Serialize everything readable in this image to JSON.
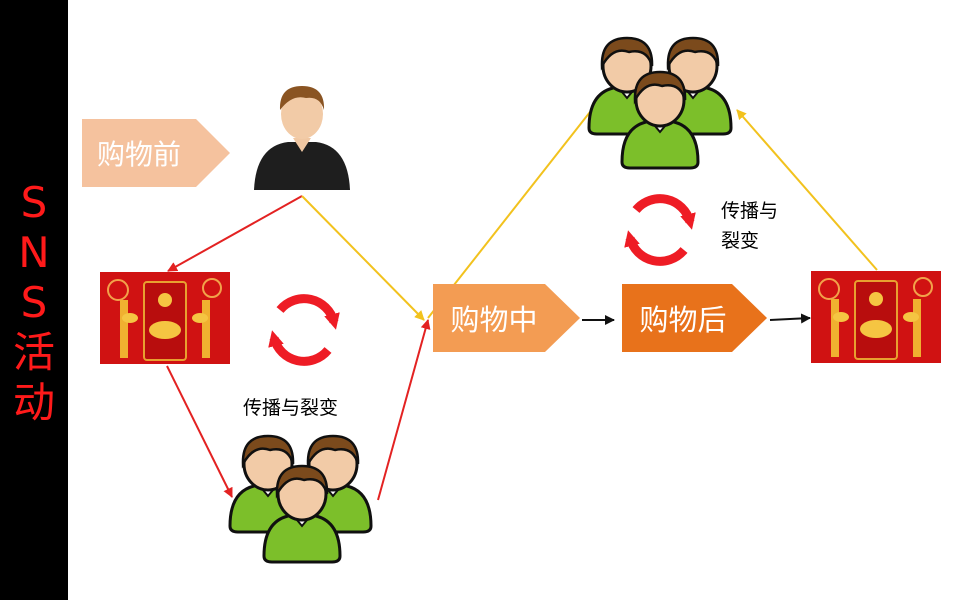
{
  "sidebar": {
    "title": "S\nN\nS\n活\n动"
  },
  "stages": {
    "before": "购物前",
    "during": "购物中",
    "after": "购物后"
  },
  "cycles": {
    "left_label": "传播与裂变",
    "right_label": "传播与\n裂变"
  },
  "colors": {
    "sidebar_bg": "#000000",
    "sidebar_text": "#ff1a1a",
    "before_fill": "#f5c29e",
    "during_fill": "#f39c53",
    "after_fill": "#e8721b",
    "red_arrow": "#e32222",
    "yellow_arrow": "#f2c21e",
    "black_arrow": "#111111",
    "cycle_red": "#ee1c25",
    "envelope_red": "#d01212"
  },
  "icons": [
    "single-user-icon",
    "user-group-icon",
    "red-envelope-image",
    "refresh-cycle-icon"
  ]
}
